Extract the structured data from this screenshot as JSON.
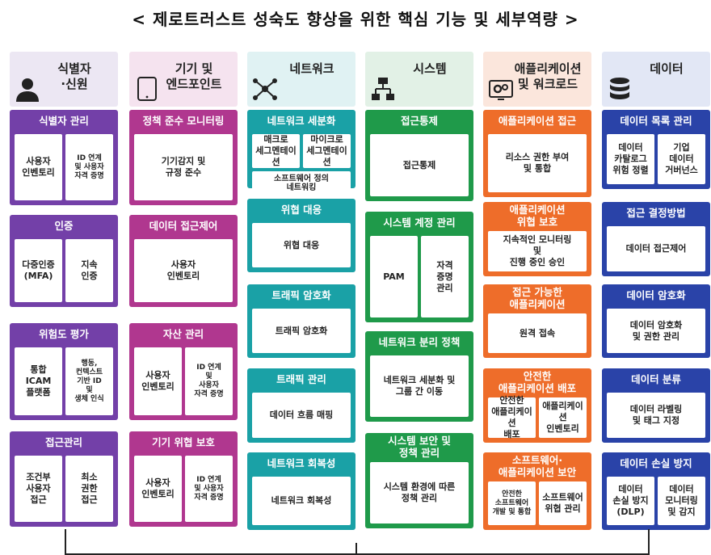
{
  "title": "< 제로트러스트 성숙도 향상을 위한 핵심 기능 및 세부역량 >",
  "columns": [
    {
      "header": "식별자\n·신원",
      "icon": "person-icon",
      "header_bg": "#ece7f3",
      "color": "#7340a8",
      "panels": [
        {
          "title": "식별자 관리",
          "boxes": [
            "사용자\n인벤토리",
            "ID 연계\n및 사용자\n자격 증명"
          ]
        },
        {
          "title": "인증",
          "boxes": [
            "다중인증\n(MFA)",
            "지속\n인증"
          ]
        },
        {
          "title": "위험도 평가",
          "boxes": [
            "통합\nICAM\n플랫폼",
            "행동,\n컨텍스트\n기반 ID\n및\n생체 인식"
          ]
        },
        {
          "title": "접근관리",
          "boxes": [
            "조건부\n사용자\n접근",
            "최소\n권한\n접근"
          ]
        }
      ]
    },
    {
      "header": "기기 및\n엔드포인트",
      "icon": "tablet-icon",
      "header_bg": "#f5e3ef",
      "color": "#b0378f",
      "panels": [
        {
          "title": "정책 준수 모니터링",
          "boxes": [
            "기기감지 및\n규정 준수"
          ]
        },
        {
          "title": "데이터 접근제어",
          "boxes": [
            "사용자\n인벤토리"
          ]
        },
        {
          "title": "자산 관리",
          "boxes": [
            "사용자\n인벤토리",
            "ID 연계\n및\n사용자\n자격 증명"
          ]
        },
        {
          "title": "기기 위협 보호",
          "boxes": [
            "사용자\n인벤토리",
            "ID 연계\n및 사용자\n자격 증명"
          ]
        }
      ]
    },
    {
      "header": "네트워크",
      "icon": "network-icon",
      "header_bg": "#e0f2f3",
      "color": "#1aa1a6",
      "panels": [
        {
          "title": "네트워크 세분화",
          "boxes": [
            "매크로\n세그멘테이션",
            "마이크로\n세그멘테이션"
          ],
          "extra": "소프트웨어 정의\n네트워킹"
        },
        {
          "title": "위협 대응",
          "boxes": [
            "위협 대응"
          ]
        },
        {
          "title": "트래픽 암호화",
          "boxes": [
            "트래픽 암호화"
          ]
        },
        {
          "title": "트래픽 관리",
          "boxes": [
            "데이터 흐름 매핑"
          ]
        },
        {
          "title": "네트워크 회복성",
          "boxes": [
            "네트워크 회복성"
          ]
        }
      ]
    },
    {
      "header": "시스템",
      "icon": "system-icon",
      "header_bg": "#e2f1e6",
      "color": "#1f9a4a",
      "panels": [
        {
          "title": "접근통제",
          "boxes": [
            "접근통제"
          ]
        },
        {
          "title": "시스템 계정 관리",
          "boxes": [
            "PAM",
            "자격\n증명\n관리"
          ]
        },
        {
          "title": "네트워크 분리 정책",
          "boxes": [
            "네트워크 세분화 및\n그룹 간 이동"
          ]
        },
        {
          "title": "시스템 보안 및\n정책 관리",
          "boxes": [
            "시스템 환경에 따른\n정책 관리"
          ]
        }
      ]
    },
    {
      "header": "애플리케이션\n및 워크로드",
      "icon": "monitor-gear-icon",
      "header_bg": "#fbe6dc",
      "color": "#ee6d2a",
      "panels": [
        {
          "title": "애플리케이션 접근",
          "boxes": [
            "리소스 권한 부여\n및 통합"
          ]
        },
        {
          "title": "애플리케이션\n위협 보호",
          "boxes": [
            "지속적인 모니터링\n및\n진행 중인 승인"
          ]
        },
        {
          "title": "접근 가능한\n애플리케이션",
          "boxes": [
            "원격 접속"
          ]
        },
        {
          "title": "안전한\n애플리케이션 배포",
          "boxes": [
            "안전한\n애플리케이션\n배포",
            "애플리케이션\n인벤토리"
          ]
        },
        {
          "title": "소프트웨어·\n애플리케이션 보안",
          "boxes": [
            "안전한\n소프트웨어\n개발 및 통합",
            "소프트웨어\n위협 관리"
          ]
        }
      ]
    },
    {
      "header": "데이터",
      "icon": "database-icon",
      "header_bg": "#e2e7f5",
      "color": "#2a43a8",
      "panels": [
        {
          "title": "데이터 목록 관리",
          "boxes": [
            "데이터\n카탈로그\n위험 정렬",
            "기업\n데이터\n거버넌스"
          ]
        },
        {
          "title": "접근 결정방법",
          "boxes": [
            "데이터 접근제어"
          ]
        },
        {
          "title": "데이터 암호화",
          "boxes": [
            "데이터 암호화\n및 권한 관리"
          ]
        },
        {
          "title": "데이터 분류",
          "boxes": [
            "데이터 라벨링\n및 태그 지정"
          ]
        },
        {
          "title": "데이터 손실 방지",
          "boxes": [
            "데이터\n손실 방지\n(DLP)",
            "데이터\n모니터링\n및 감지"
          ]
        }
      ]
    }
  ]
}
